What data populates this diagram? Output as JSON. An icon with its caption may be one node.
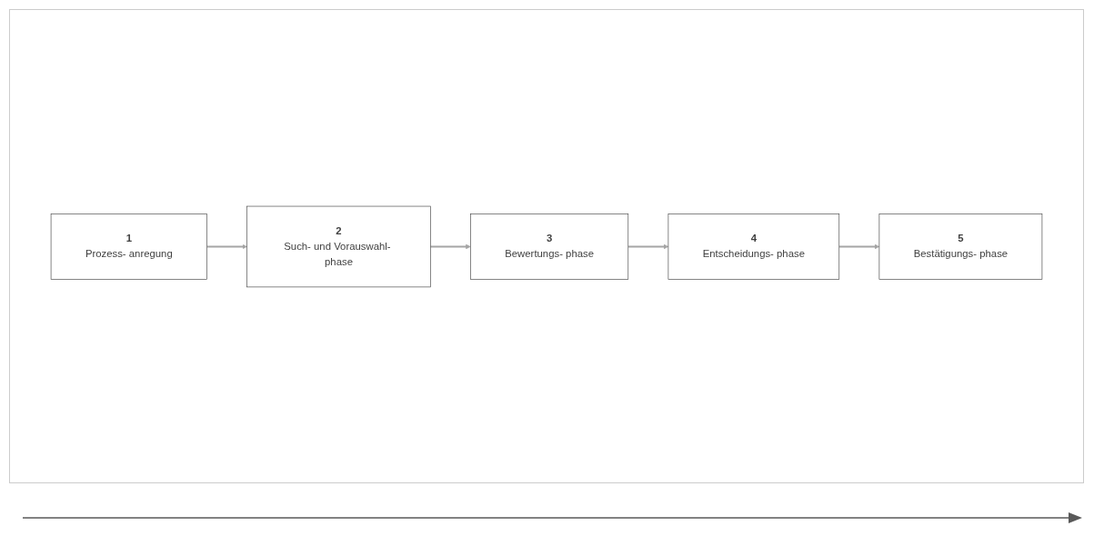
{
  "diagram": {
    "nodes": [
      {
        "text": [
          "1",
          "Prozess- anregung"
        ]
      },
      {
        "text": [
          "2",
          "Such- und Vorauswahl- phase"
        ]
      },
      {
        "text": [
          "3",
          "Bewertungs- phase"
        ]
      },
      {
        "text": [
          "4",
          "Entscheidungs- phase"
        ]
      },
      {
        "text": [
          "5",
          "Bestätigungs- phase"
        ]
      }
    ],
    "edges": [
      {
        "from": 0,
        "to": 1,
        "arrow": "to"
      },
      {
        "from": 1,
        "to": 2,
        "arrow": "to"
      },
      {
        "from": 2,
        "to": 3,
        "arrow": "to"
      },
      {
        "from": 3,
        "to": 4,
        "arrow": "to"
      }
    ]
  }
}
